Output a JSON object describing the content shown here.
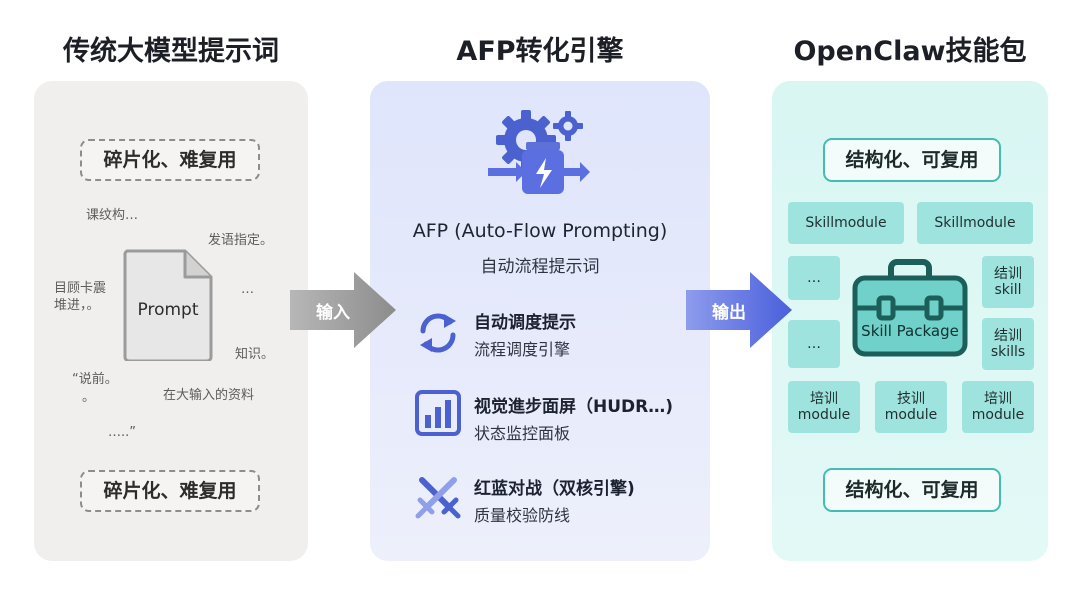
{
  "columns": {
    "left_title": "传统大模型提示词",
    "mid_title": "AFP转化引擎",
    "right_title": "OpenClaw技能包"
  },
  "left": {
    "top_box": "碎片化、难复用",
    "bottom_box": "碎片化、难复用",
    "doc_label": "Prompt",
    "fragments": [
      "课纹构…",
      "发语指定。",
      "目顾卡震",
      "堆进，。",
      "…",
      "知识。",
      "“说前。",
      "。",
      "在大输入的资料",
      "…..”"
    ]
  },
  "arrows": {
    "input": "输入",
    "output": "输出"
  },
  "middle": {
    "title": "AFP (Auto-Flow Prompting)",
    "subtitle": "自动流程提示词",
    "features": [
      {
        "icon": "refresh-icon",
        "title": "自动调度提示",
        "subtitle": "流程调度引擎"
      },
      {
        "icon": "bar-chart-icon",
        "title": "视觉進步面屏（HUDR…)",
        "subtitle": "状态监控面板"
      },
      {
        "icon": "crossed-swords-icon",
        "title": "红蓝对战（双核引擎)",
        "subtitle": "质量校验防线"
      }
    ]
  },
  "right": {
    "top_box": "结构化、可复用",
    "bottom_box": "结构化、可复用",
    "package_label": "Skill Package",
    "modules": {
      "skill_module_1": "Skillmodule",
      "skill_module_2": "Skillmodule",
      "dots_1": "…",
      "dots_2": "…",
      "side_1_line1": "结训",
      "side_1_line2": "skill",
      "side_2_line1": "结训",
      "side_2_line2": "skills",
      "bottom_1_line1": "培训",
      "bottom_1_line2": "module",
      "bottom_2_line1": "技训",
      "bottom_2_line2": "module",
      "bottom_3_line1": "培训",
      "bottom_3_line2": "module"
    }
  },
  "colors": {
    "left_panel": "#f0efed",
    "mid_panel": "#e3e8fb",
    "right_panel": "#dcf7f4",
    "accent_blue": "#4b61cf",
    "accent_teal": "#43bdb3",
    "input_arrow": "#9a9a9a",
    "output_arrow": "#5b6fe0"
  }
}
